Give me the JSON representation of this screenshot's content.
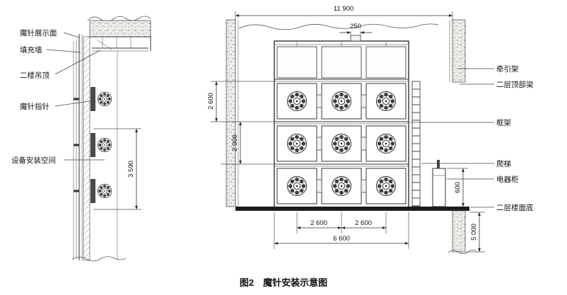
{
  "caption": "图2　魔针安装示意图",
  "left_view": {
    "labels": {
      "display_surface": "魔针展示面",
      "fill_wall": "填充墙",
      "ceiling": "二楼吊顶",
      "needle_pointer": "魔针指针",
      "equipment_space": "设备安装空间"
    },
    "dims": {
      "install_height": "3 590"
    }
  },
  "front_view": {
    "dims": {
      "overall_width": "11 900",
      "top_gap": "250",
      "row_upper": "2 600",
      "row_lower": "2 000",
      "bay_left": "2 600",
      "bay_right": "2 600",
      "frame_width": "6 600",
      "cabinet_clearance": "600",
      "floor_height": "5 000"
    },
    "labels": {
      "traction_frame": "牵引架",
      "second_floor_top_beam": "二层顶部梁",
      "frame": "框架",
      "ladder": "爬梯",
      "electrical_cabinet": "电器柜",
      "second_floor_bottom": "二层楼面底"
    }
  }
}
